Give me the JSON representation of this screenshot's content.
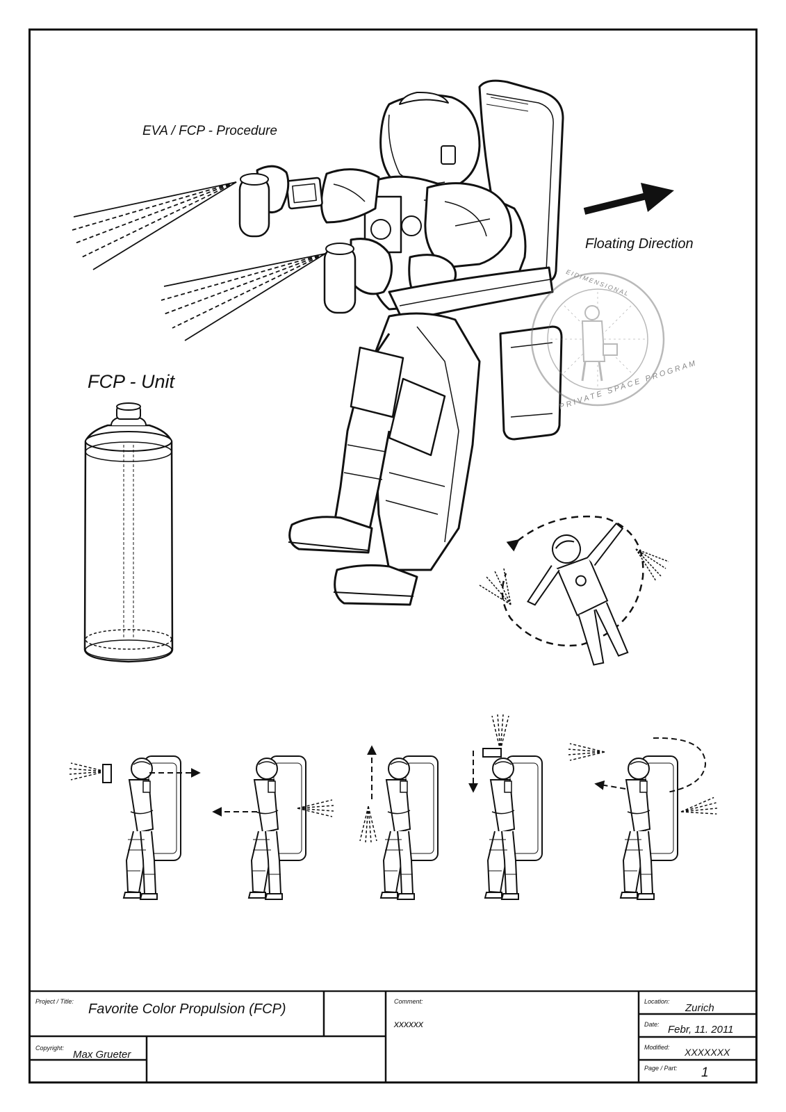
{
  "diagram": {
    "procedure_label": "EVA / FCP - Procedure",
    "unit_label": "FCP - Unit",
    "direction_label": "Floating Direction",
    "seal": {
      "top_text": "EIDIMENSIONAL",
      "bottom_text": "PRIVATE SPACE PROGRAM"
    }
  },
  "title_block": {
    "project_caption": "Project / Title:",
    "project_value": "Favorite Color Propulsion (FCP)",
    "copyright_caption": "Copyright:",
    "copyright_value": "Max Grueter",
    "comment_caption": "Comment:",
    "comment_value": "xxxxxx",
    "location_caption": "Location:",
    "location_value": "Zurich",
    "date_caption": "Date:",
    "date_value": "Febr, 11. 2011",
    "modified_caption": "Modified:",
    "modified_value": "XXXXXXX",
    "page_caption": "Page / Part:",
    "page_value": "1"
  }
}
